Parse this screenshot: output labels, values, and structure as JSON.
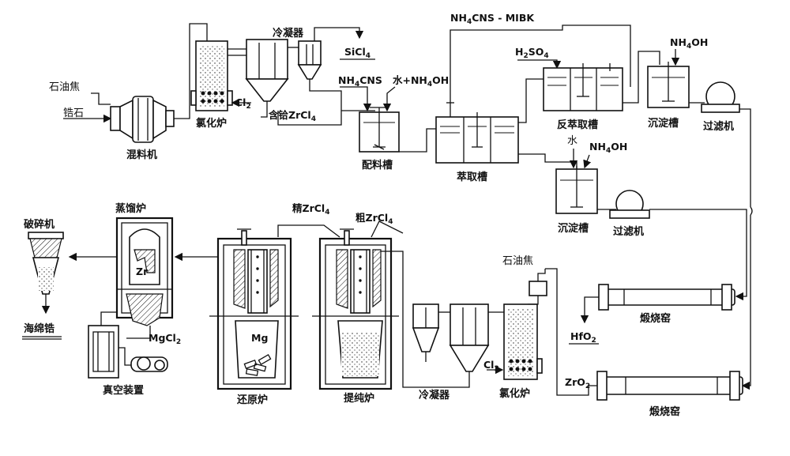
{
  "colors": {
    "ink": "#111111",
    "background": "#ffffff"
  },
  "inputs": {
    "petroleum_coke": "石油焦",
    "zircon": "锆石",
    "cl2": "Cl",
    "nh4cns": "NH",
    "water_nh4oh": "水+NH",
    "h2so4": "H",
    "nh4oh": "NH",
    "water": "水",
    "petroleum_coke_2": "石油焦",
    "cl2_2": "Cl"
  },
  "equipment": {
    "mixer": "混料机",
    "chlorinator": "氯化炉",
    "condenser": "冷凝器",
    "blending_tank": "配料槽",
    "extraction_tank": "萃取槽",
    "back_extraction_tank": "反萃取槽",
    "settling_tank": "沉淀槽",
    "filter": "过滤机",
    "settling_tank_2": "沉淀槽",
    "filter_2": "过滤机",
    "calciner_hf": "煅烧窑",
    "calciner_zr": "煅烧窑",
    "purification_furnace": "提纯炉",
    "reduction_furnace": "还原炉",
    "distillation_furnace": "蒸馏炉",
    "vacuum_device": "真空装置",
    "crusher": "破碎机",
    "condenser_2": "冷凝器",
    "chlorinator_2": "氯化炉"
  },
  "products": {
    "sicl4": "SiCl",
    "crude_zrcl4_hf": "含铪ZrCl",
    "organic_phase": "NH",
    "hfo2": "HfO",
    "zro2": "ZrO",
    "crude_zrcl4": "粗ZrCl",
    "pure_zrcl4": "精ZrCl",
    "mg": "Mg",
    "zr": "Zr",
    "mgcl2": "MgCl",
    "sponge_zr": "海绵锆"
  }
}
